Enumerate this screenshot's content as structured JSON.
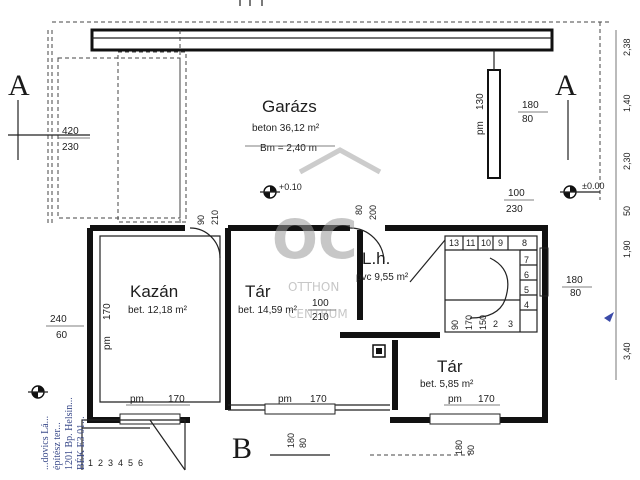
{
  "rooms": {
    "garage": {
      "name": "Garázs",
      "detail": "beton 36,12 m²",
      "height": "Bm = 2,40 m"
    },
    "boiler": {
      "name": "Kazán",
      "detail": "bet. 12,18 m²"
    },
    "storage1": {
      "name": "Tár",
      "detail": "bet. 14,59 m²"
    },
    "stair": {
      "name": "L.h.",
      "detail": "pvc 9,55 m²"
    },
    "storage2": {
      "name": "Tár",
      "detail": "bet. 5,85 m²"
    }
  },
  "section_marks": {
    "a_left": "A",
    "a_right": "A",
    "b": "B"
  },
  "levels": {
    "garage": "+0.10",
    "right": "±0.00"
  },
  "dims": {
    "d420": "420",
    "d230a": "230",
    "d180a": "180",
    "d80a": "80",
    "d130": "130",
    "pm_g": "pm",
    "d100": "100",
    "d230b": "230",
    "d90a": "90",
    "d210a": "210",
    "d80b": "80",
    "d200": "200",
    "d240": "240",
    "d60": "60",
    "d170a": "170",
    "pm_k": "pm",
    "d100b": "100",
    "d210b": "210",
    "d180b": "180",
    "d80c": "80",
    "d90b": "90",
    "d170b": "170",
    "d150": "150",
    "pm1": "pm",
    "d170c": "170",
    "pm2": "pm",
    "d170d": "170",
    "pm3": "pm",
    "d170e": "170",
    "d180c": "180",
    "d80d": "80",
    "d180d": "180",
    "d80e": "80",
    "r1": "2,38",
    "r2": "1,40",
    "r3": "2,30",
    "r4": "50",
    "r5": "1,90",
    "r6": "3,40"
  },
  "stairs": {
    "top": [
      "13",
      "11",
      "10",
      "9",
      "8"
    ],
    "right": [
      "7",
      "6",
      "5",
      "4"
    ],
    "bottom": [
      "3",
      "2"
    ],
    "lower": [
      "1",
      "2",
      "3",
      "4",
      "5",
      "6"
    ]
  },
  "watermark": {
    "logo": "OC",
    "line1": "OTTHON",
    "line2": "CENTRUM"
  },
  "stamp": [
    "...dovics Lá...",
    "építész ter...",
    "1201 Bp. Helsin...",
    "BÉK E3 01..."
  ]
}
